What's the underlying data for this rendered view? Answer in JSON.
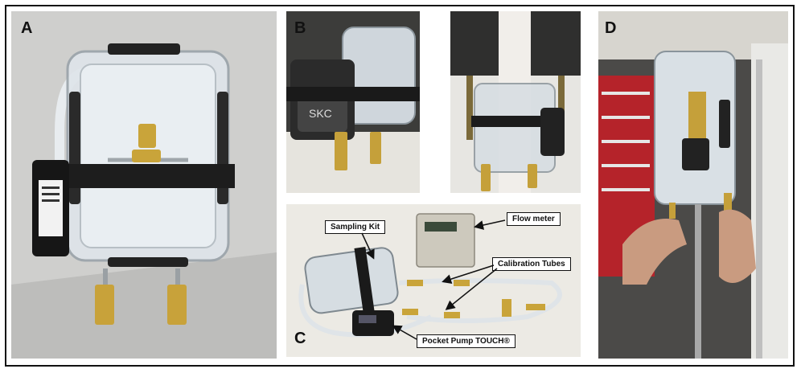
{
  "panels": {
    "a": {
      "letter": "A"
    },
    "b": {
      "letter": "B"
    },
    "c": {
      "letter": "C"
    },
    "d": {
      "letter": "D"
    }
  },
  "callouts": {
    "sampling_kit": "Sampling Kit",
    "flow_meter": "Flow meter",
    "calibration_tubes": "Calibration Tubes",
    "pocket_pump": "Pocket Pump TOUCH®"
  },
  "device_text": {
    "skc_brand": "SKC"
  }
}
